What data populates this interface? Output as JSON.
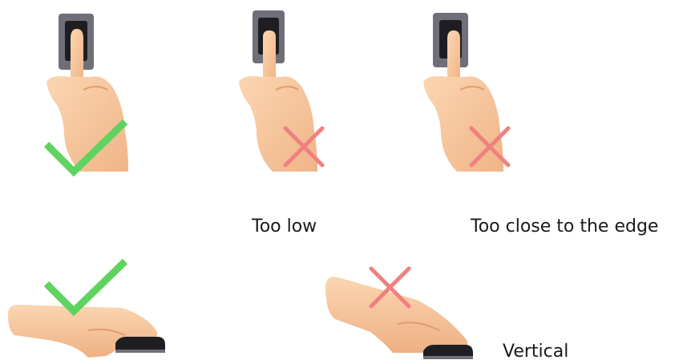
{
  "captions": {
    "correct_top": "",
    "too_low": "Too low",
    "too_close_to_edge": "Too close to the edge",
    "correct_side": "",
    "vertical": "Vertical"
  },
  "colors": {
    "check": "#5fd35f",
    "cross": "#f08080",
    "skin": "#f6c8a0",
    "skin_shade": "#e9a97c",
    "sensor_frame": "#6f6f7a",
    "sensor_glass": "#1e1e22"
  },
  "icons": {
    "correct": "checkmark-icon",
    "incorrect": "cross-icon",
    "scanner": "fingerprint-sensor-icon"
  }
}
